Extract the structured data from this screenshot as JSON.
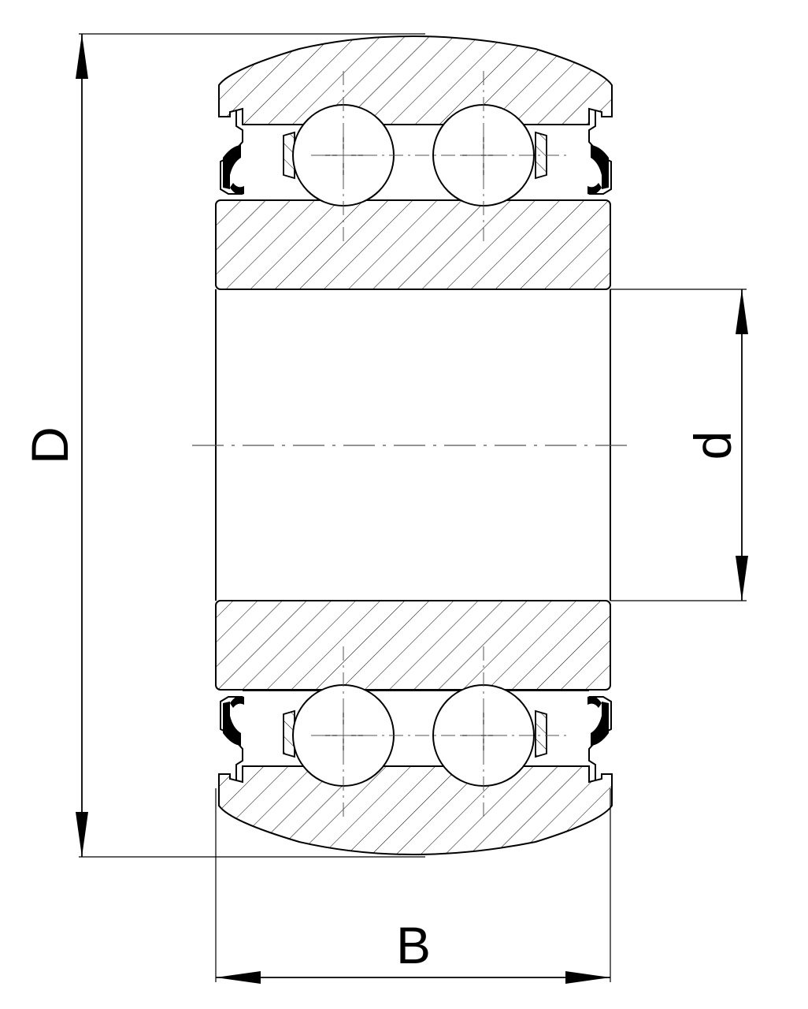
{
  "labels": {
    "outer_diameter": "D",
    "bore_diameter": "d",
    "width": "B"
  },
  "colors": {
    "line": "#000000",
    "hatch": "#000000",
    "centerline": "#555555",
    "background": "#ffffff"
  }
}
